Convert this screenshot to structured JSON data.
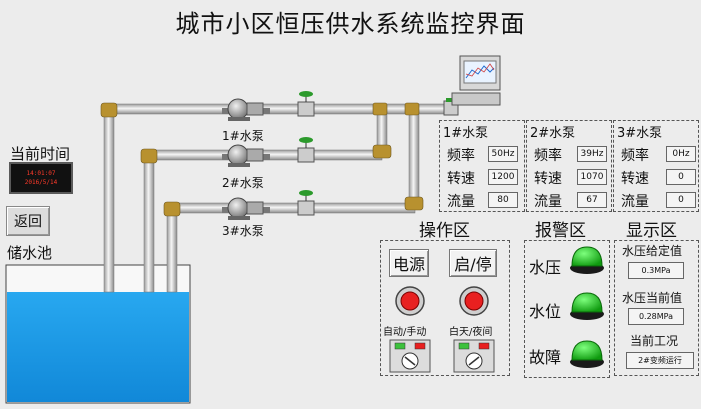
{
  "title": "城市小区恒压供水系统监控界面",
  "clock": {
    "label": "当前时间",
    "time": "14:01:07",
    "date": "2016/5/14"
  },
  "back_label": "返回",
  "tank_label": "储水池",
  "pumps": [
    {
      "label": "1#水泵"
    },
    {
      "label": "2#水泵"
    },
    {
      "label": "3#水泵"
    }
  ],
  "pump_panels": [
    {
      "title": "1#水泵",
      "freq_label": "频率",
      "freq": "50Hz",
      "speed_label": "转速",
      "speed": "1200",
      "flow_label": "流量",
      "flow": "80"
    },
    {
      "title": "2#水泵",
      "freq_label": "频率",
      "freq": "39Hz",
      "speed_label": "转速",
      "speed": "1070",
      "flow_label": "流量",
      "flow": "67"
    },
    {
      "title": "3#水泵",
      "freq_label": "频率",
      "freq": "0Hz",
      "speed_label": "转速",
      "speed": "0",
      "flow_label": "流量",
      "flow": "0"
    }
  ],
  "ops": {
    "title": "操作区",
    "power_label": "电源",
    "startstop_label": "启/停",
    "auto_manual_label": "自动/手动",
    "day_night_label": "白天/夜间"
  },
  "alarm": {
    "title": "报警区",
    "items": [
      "水压",
      "水位",
      "故障"
    ],
    "lamp_color": "#1fc41f"
  },
  "display": {
    "title": "显示区",
    "setpoint_label": "水压给定值",
    "setpoint_value": "0.3MPa",
    "current_label": "水压当前值",
    "current_value": "0.28MPa",
    "status_label": "当前工况",
    "status_value": "2#变频运行"
  },
  "colors": {
    "water": "#1b9be6",
    "stop_button": "#e82020",
    "pipe": "#d0d0d0",
    "valve": "#2c9a2c"
  }
}
